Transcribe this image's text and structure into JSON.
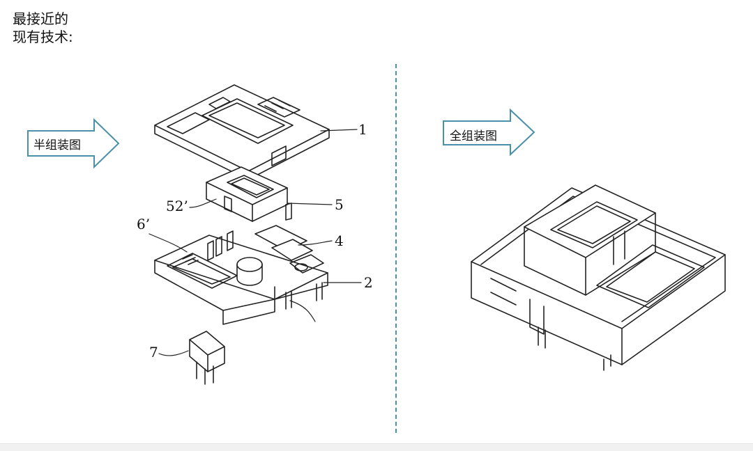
{
  "heading": {
    "line1": "最接近的",
    "line2": "现有技术:"
  },
  "left_arrow": {
    "label": "半组装图"
  },
  "right_arrow": {
    "label": "全组装图"
  },
  "callouts": {
    "c1": "1",
    "c5": "5",
    "c52": "52’",
    "c6": "6’",
    "c4": "4",
    "c2": "2",
    "c7": "7"
  },
  "colors": {
    "arrow_stroke": "#4a90a8",
    "divider": "#4a90a8",
    "line": "#222222"
  }
}
